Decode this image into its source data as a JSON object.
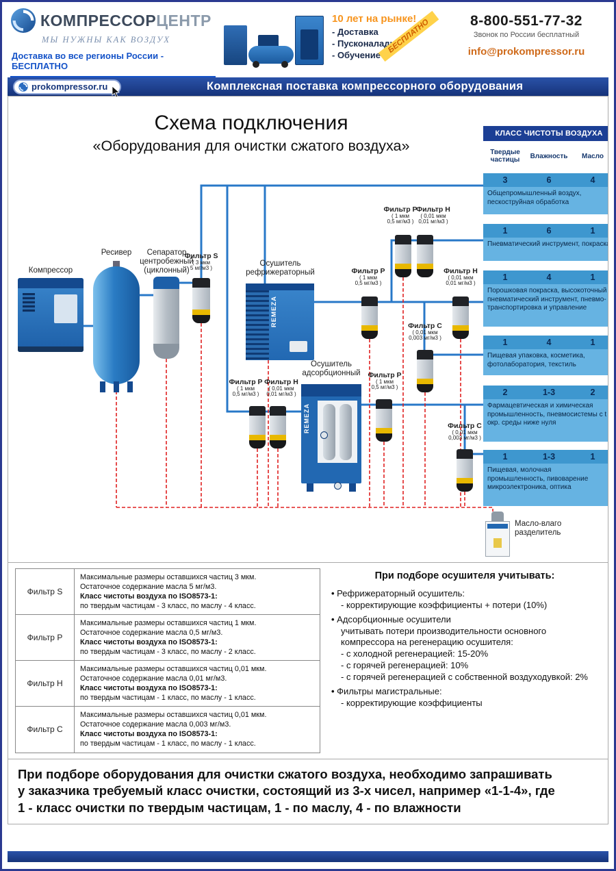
{
  "header": {
    "logo": {
      "part1": "КОМПРЕССОР",
      "part2": "ЦЕНТР",
      "tagline": "МЫ НУЖНЫ КАК ВОЗДУХ"
    },
    "delivery_note": "Доставка во все регионы России - БЕСПЛАТНО",
    "promo": {
      "years": "10 лет на рынке!",
      "item1": "- Доставка",
      "item2": "- Пусконаладка",
      "item3": "- Обучение",
      "free_badge": "БЕСПЛАТНО"
    },
    "contact": {
      "phone": "8-800-551-77-32",
      "phone_note": "Звонок по России бесплатный",
      "email": "info@prokompressor.ru"
    }
  },
  "topbar": {
    "site": "prokompressor.ru",
    "slogan": "Комплексная поставка компрессорного оборудования"
  },
  "diagram": {
    "title": "Схема подключения",
    "subtitle": "«Оборудования для очистки сжатого воздуха»",
    "brand": "REMEZA",
    "labels": {
      "compressor": "Компрессор",
      "receiver": "Ресивер",
      "separator_l1": "Сепаратор",
      "separator_l2": "центробежный",
      "separator_l3": "(циклонный)",
      "fridge_dryer_l1": "Осушитель",
      "fridge_dryer_l2": "рефрижераторный",
      "adsorption_dryer_l1": "Осушитель",
      "adsorption_dryer_l2": "адсорбционный",
      "oil_separator_l1": "Масло-влаго",
      "oil_separator_l2": "разделитель"
    },
    "filters": {
      "s": {
        "name": "Фильтр S",
        "spec1": "( 3 мкм",
        "spec2": "5 мг/м3 )"
      },
      "p": {
        "name": "Фильтр P",
        "spec1": "( 1 мкм",
        "spec2": "0,5 мг/м3 )"
      },
      "h": {
        "name": "Фильтр H",
        "spec1": "( 0,01 мкм",
        "spec2": "0,01 мг/м3 )"
      },
      "c": {
        "name": "Фильтр C",
        "spec1": "( 0,01 мкм",
        "spec2": "0,003 мг/м3 )"
      }
    }
  },
  "class_panel": {
    "header": "КЛАСС ЧИСТОТЫ ВОЗДУХА",
    "col1": "Твердые частицы",
    "col2": "Влажность",
    "col3": "Масло",
    "rows": [
      {
        "solid": "3",
        "humidity": "6",
        "oil": "4",
        "desc": "Общепромышленный воздух, пескоструйная обработка"
      },
      {
        "solid": "1",
        "humidity": "6",
        "oil": "1",
        "desc": "Пневматический инструмент, покраска"
      },
      {
        "solid": "1",
        "humidity": "4",
        "oil": "1",
        "desc": "Порошковая покраска, высокоточный пневматический инструмент, пневмо-транспортировка и управление"
      },
      {
        "solid": "1",
        "humidity": "4",
        "oil": "1",
        "desc": "Пищевая упаковка, косметика, фотолаборатория, текстиль"
      },
      {
        "solid": "2",
        "humidity": "1-3",
        "oil": "2",
        "desc": "Фармацевтическая и химическая промышленность, пневмосистемы с t окр. среды ниже нуля"
      },
      {
        "solid": "1",
        "humidity": "1-3",
        "oil": "1",
        "desc": "Пищевая, молочная промышленность, пивоварение микроэлектроника, оптика"
      }
    ]
  },
  "filters_table": {
    "rows": [
      {
        "name": "Фильтр S",
        "line1": "Максимальные размеры оставшихся частиц 3 мкм.",
        "line2": "Остаточное содержание масла 5 мг/м3.",
        "line3": "Класс чистоты воздуха по ISO8573-1:",
        "line4": "по твердым частицам - 3 класс, по маслу - 4 класс."
      },
      {
        "name": "Фильтр P",
        "line1": "Максимальные размеры оставшихся частиц 1 мкм.",
        "line2": "Остаточное содержание масла 0,5 мг/м3.",
        "line3": "Класс чистоты воздуха по ISO8573-1:",
        "line4": "по твердым частицам - 3 класс, по маслу - 2 класс."
      },
      {
        "name": "Фильтр H",
        "line1": "Максимальные размеры оставшихся частиц 0,01 мкм.",
        "line2": "Остаточное содержание масла 0,01 мг/м3.",
        "line3": "Класс чистоты воздуха по ISO8573-1:",
        "line4": "по твердым частицам - 1 класс, по маслу - 1 класс."
      },
      {
        "name": "Фильтр C",
        "line1": "Максимальные размеры оставшихся частиц 0,01 мкм.",
        "line2": "Остаточное содержание масла 0,003 мг/м3.",
        "line3": "Класс чистоты воздуха по ISO8573-1:",
        "line4": "по твердым частицам - 1 класс, по маслу - 1 класс."
      }
    ]
  },
  "dryer_notes": {
    "title": "При подборе осушителя учитывать:",
    "b1_head": "Рефрижераторный осушитель:",
    "b1_line1": "- корректирующие коэффициенты + потери (10%)",
    "b2_head": "Адсорбционные осушители",
    "b2_line1": "учитывать потери производительности основного",
    "b2_line2": "компрессора на регенерацию осушителя:",
    "b2_line3": "- с холодной регенерацией: 15-20%",
    "b2_line4": "- с горячей регенерацией: 10%",
    "b2_line5": "- с горячей регенерацией с собственной воздуходувкой: 2%",
    "b3_head": "Фильтры магистральные:",
    "b3_line1": "- корректирующие коэффициенты"
  },
  "footer_note": {
    "line1": "При подборе оборудования для очистки сжатого воздуха, необходимо запрашивать",
    "line2": "у заказчика требуемый класс очистки, состоящий из 3-х чисел, например «1-1-4», где",
    "line3": "1 - класс очистки по твердым частицам, 1 - по маслу, 4 - по влажности"
  }
}
